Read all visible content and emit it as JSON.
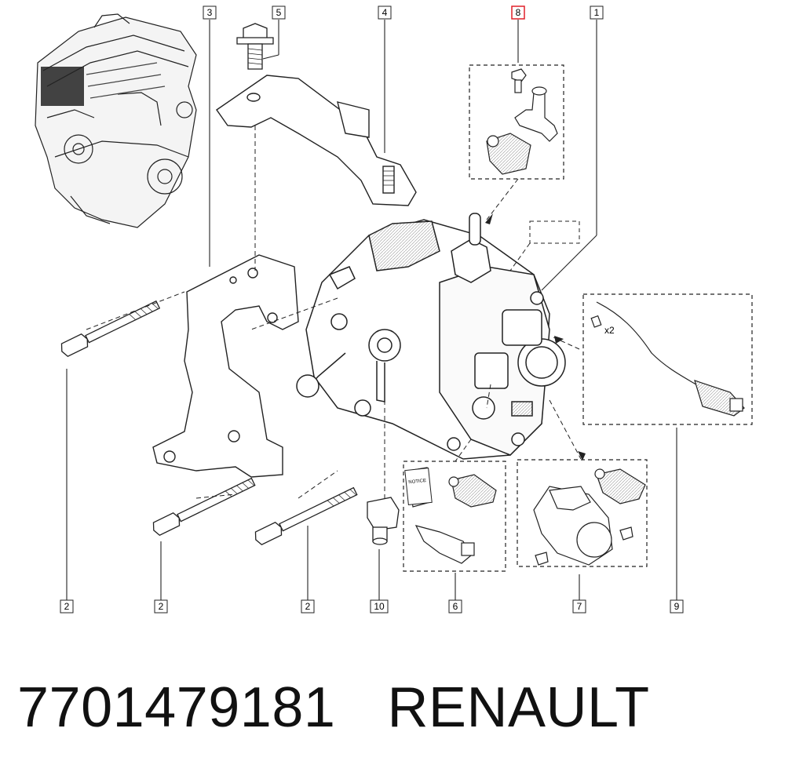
{
  "diagram": {
    "callouts": [
      {
        "id": "c3",
        "label": "3"
      },
      {
        "id": "c5",
        "label": "5"
      },
      {
        "id": "c4",
        "label": "4"
      },
      {
        "id": "c8",
        "label": "8",
        "highlighted": true
      },
      {
        "id": "c1",
        "label": "1"
      },
      {
        "id": "c2a",
        "label": "2"
      },
      {
        "id": "c2b",
        "label": "2"
      },
      {
        "id": "c2c",
        "label": "2"
      },
      {
        "id": "c10",
        "label": "10"
      },
      {
        "id": "c6",
        "label": "6"
      },
      {
        "id": "c7",
        "label": "7"
      },
      {
        "id": "c9",
        "label": "9"
      }
    ],
    "qty_note": "x2",
    "notice_label": "NOTICE",
    "highlight_color": "#e0202a",
    "line_color": "#000000"
  },
  "footer": {
    "part_number": "7701479181",
    "brand": "RENAULT"
  }
}
